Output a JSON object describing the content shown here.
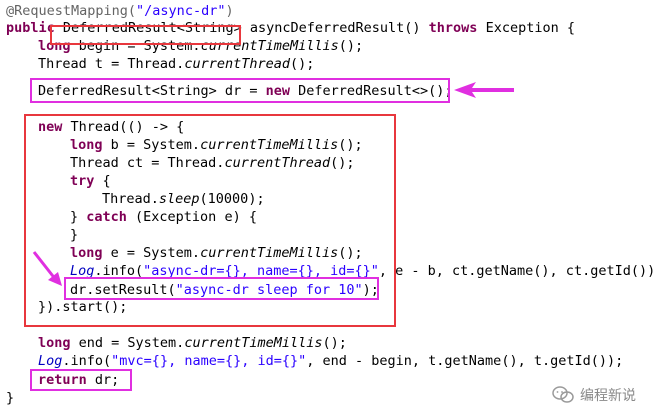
{
  "code": {
    "l1": {
      "annotation": "@RequestMapping(",
      "path": "\"/async-dr\"",
      "close": ")"
    },
    "l2": {
      "public": "public",
      "ret_type": "DeferredResult<String>",
      "sig": " asyncDeferredResult() ",
      "throws": "throws",
      "exc": " Exception {"
    },
    "l3": {
      "kw": "long",
      "a": " begin = System.",
      "m": "currentTimeMillis",
      "b": "();"
    },
    "l4": {
      "a": "Thread t = Thread.",
      "m": "currentThread",
      "b": "();"
    },
    "l5": {
      "a": "DeferredResult<String> dr = ",
      "kw": "new",
      "b": " DeferredResult<>();"
    },
    "l6": {
      "kw": "new",
      "a": " Thread(() -> {"
    },
    "l7": {
      "kw": "long",
      "a": " b = System.",
      "m": "currentTimeMillis",
      "b": "();"
    },
    "l8": {
      "a": "Thread ct = Thread.",
      "m": "currentThread",
      "b": "();"
    },
    "l9": {
      "kw": "try",
      "a": " {"
    },
    "l10": {
      "a": "Thread.",
      "m": "sleep",
      "b": "(10000);"
    },
    "l11": {
      "a": "} ",
      "kw": "catch",
      "b": " (Exception e) {"
    },
    "l12": {
      "a": "}"
    },
    "l13": {
      "kw": "long",
      "a": " e = System.",
      "m": "currentTimeMillis",
      "b": "();"
    },
    "l14": {
      "log": "Log",
      "a": ".info(",
      "s": "\"async-dr={}, name={}, id={}\"",
      "b": ", e - b, ct.getName(), ct.getId());"
    },
    "l15": {
      "a": "dr.setResult(",
      "s": "\"async-dr sleep for 10\"",
      "b": ");"
    },
    "l16": {
      "a": "}).start();"
    },
    "l17": {
      "kw": "long",
      "a": " end = System.",
      "m": "currentTimeMillis",
      "b": "();"
    },
    "l18": {
      "log": "Log",
      "a": ".info(",
      "s": "\"mvc={}, name={}, id={}\"",
      "b": ", end - begin, t.getName(), t.getId());"
    },
    "l19": {
      "kw": "return",
      "a": " dr;"
    },
    "l20": {
      "a": "}"
    }
  },
  "watermark": {
    "text": "编程新说",
    "icon": "wechat-icon"
  },
  "colors": {
    "keyword": "#7f0055",
    "string": "#2a00ff",
    "annotation": "#646464",
    "highlight_red": "#e8373d",
    "highlight_magenta": "#e02fe0"
  }
}
